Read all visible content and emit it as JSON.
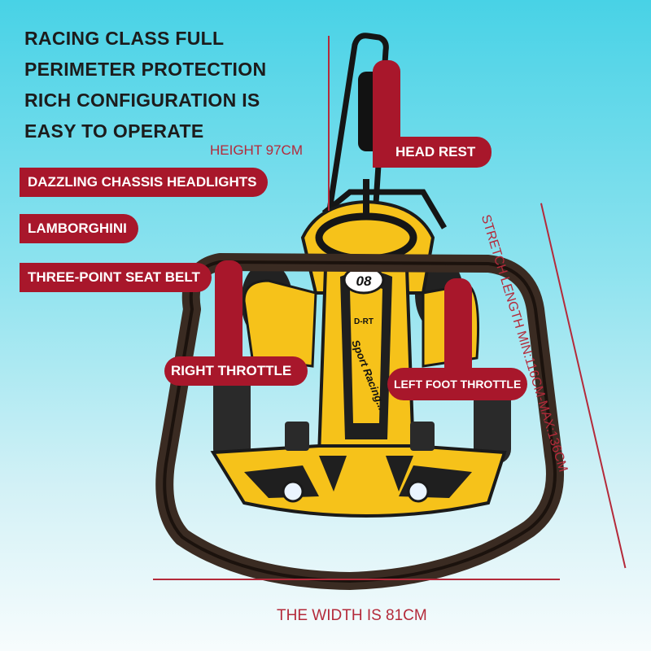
{
  "headline": {
    "line1": "RACING CLASS FULL",
    "line2": "PERIMETER PROTECTION",
    "line3": "RICH CONFIGURATION IS",
    "line4": "EASY TO OPERATE"
  },
  "labels": {
    "headlights": "DAZZLING CHASSIS HEADLIGHTS",
    "brand": "LAMBORGHINI",
    "seat_belt": "THREE-POINT SEAT BELT",
    "head_rest": "HEAD REST",
    "right_throttle": "RIGHT THROTTLE",
    "left_foot_throttle": "LEFT FOOT THROTTLE"
  },
  "dimensions": {
    "height": "HEIGHT 97CM",
    "stretch_length": "STRETCH LENGTH MIN:116CM-MAX:136CM",
    "width": "THE WIDTH IS 81CM"
  },
  "kart": {
    "number": "08",
    "badge": "D-RT",
    "decal": "Sport Racing..."
  },
  "colors": {
    "accent": "#a8172b",
    "kart_yellow": "#f6c21a",
    "kart_black": "#1f1f1f"
  }
}
